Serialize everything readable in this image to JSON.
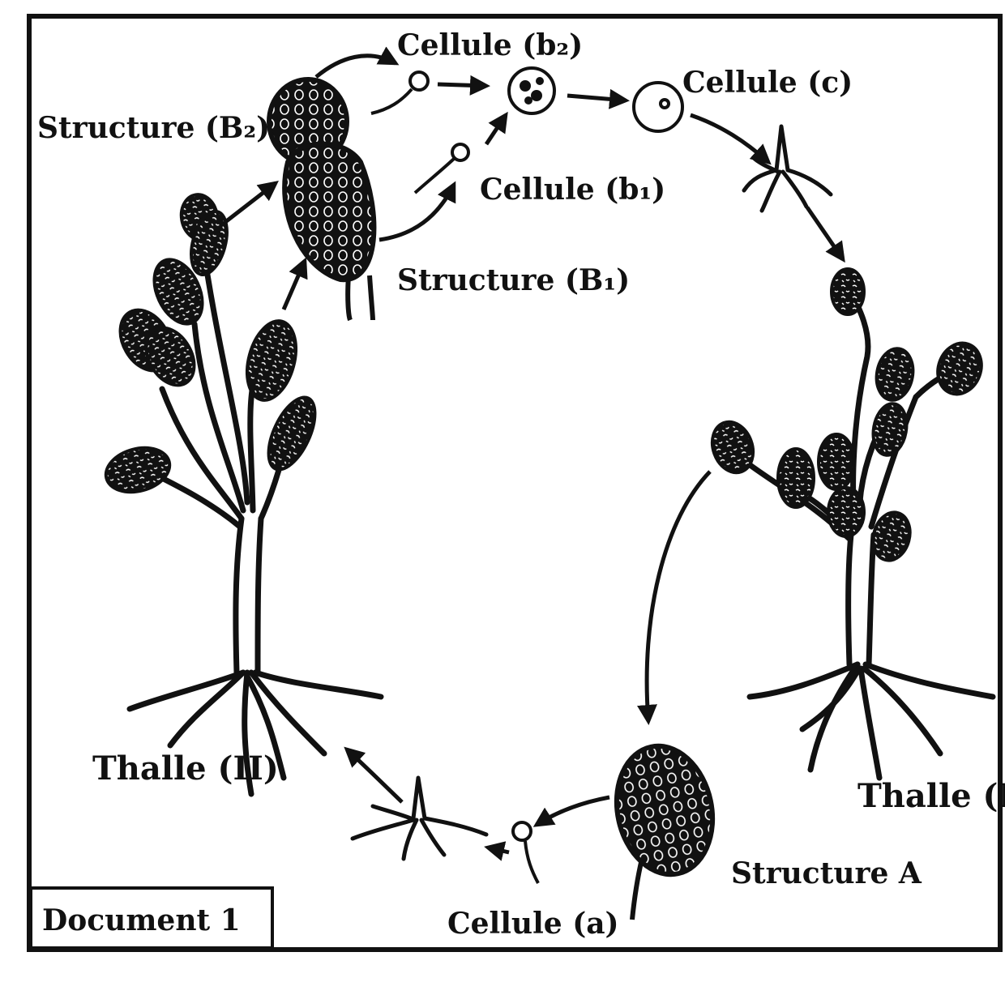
{
  "labels": {
    "cellule_b2": "Cellule (b₂)",
    "cellule_c": "Cellule (c)",
    "structure_b2": "Structure (B₂)",
    "cellule_b1": "Cellule (b₁)",
    "structure_b1": "Structure (B₁)",
    "thalle_2": "Thalle (II)",
    "thalle_1": "Thalle (I)",
    "structure_a": "Structure A",
    "cellule_a": "Cellule (a)",
    "document": "Document 1"
  },
  "colors": {
    "ink": "#111111",
    "paper": "#ffffff"
  }
}
